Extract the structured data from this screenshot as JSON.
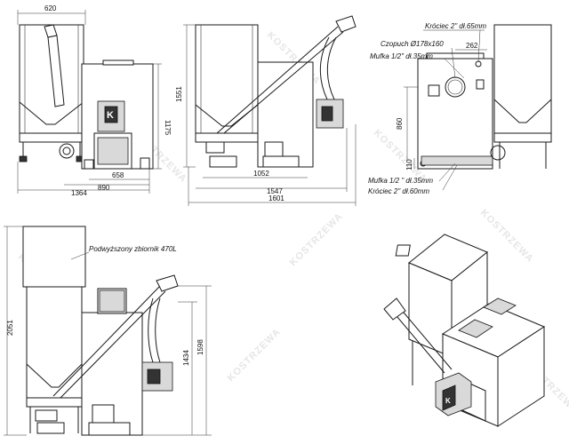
{
  "watermark": "KOSTRZEWA",
  "logo_letter": "K",
  "view1": {
    "w_top": "620",
    "h_main": "1175",
    "w_658": "658",
    "w_890": "890",
    "w_1364": "1364"
  },
  "view2": {
    "h_1551": "1551",
    "w_1052": "1052",
    "w_1547": "1547",
    "w_1601": "1601"
  },
  "view3": {
    "krociec_top": "Króciec 2\" dł.65mm",
    "czopuch": "Czopuch Ø178x160",
    "mufka_top": "Mufka 1/2\" dł.35mm",
    "w_262": "262",
    "h_860": "860",
    "h_110": "110",
    "mufka_bottom": "Mufka 1/2 \" dł.35mm",
    "krociec_bottom": "Króciec 2\" dł.60mm"
  },
  "view4": {
    "tank_label": "Podwyższony zbiornik 470L",
    "h_2051": "2051",
    "h_1434": "1434",
    "h_1598": "1598"
  }
}
